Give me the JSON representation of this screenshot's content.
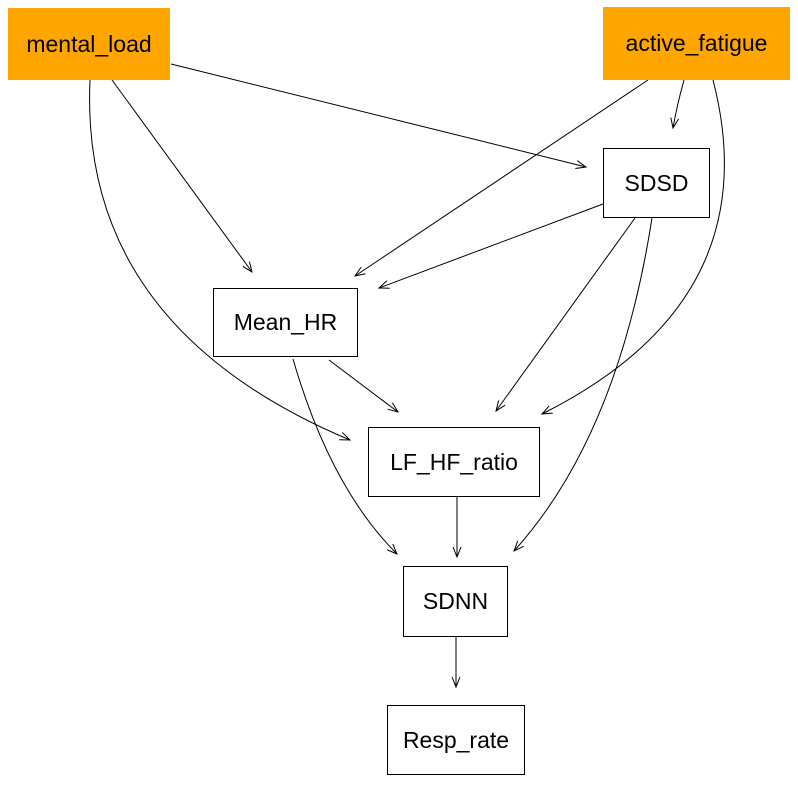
{
  "diagram": {
    "type": "dag",
    "nodes": [
      {
        "id": "mental_load",
        "label": "mental_load",
        "role": "exposure"
      },
      {
        "id": "active_fatigue",
        "label": "active_fatigue",
        "role": "exposure"
      },
      {
        "id": "SDSD",
        "label": "SDSD",
        "role": "variable"
      },
      {
        "id": "Mean_HR",
        "label": "Mean_HR",
        "role": "variable"
      },
      {
        "id": "LF_HF_ratio",
        "label": "LF_HF_ratio",
        "role": "variable"
      },
      {
        "id": "SDNN",
        "label": "SDNN",
        "role": "variable"
      },
      {
        "id": "Resp_rate",
        "label": "Resp_rate",
        "role": "variable"
      }
    ],
    "edges": [
      {
        "from": "mental_load",
        "to": "SDSD"
      },
      {
        "from": "mental_load",
        "to": "Mean_HR"
      },
      {
        "from": "mental_load",
        "to": "LF_HF_ratio"
      },
      {
        "from": "active_fatigue",
        "to": "SDSD"
      },
      {
        "from": "active_fatigue",
        "to": "Mean_HR"
      },
      {
        "from": "active_fatigue",
        "to": "LF_HF_ratio"
      },
      {
        "from": "SDSD",
        "to": "Mean_HR"
      },
      {
        "from": "SDSD",
        "to": "LF_HF_ratio"
      },
      {
        "from": "SDSD",
        "to": "SDNN"
      },
      {
        "from": "Mean_HR",
        "to": "LF_HF_ratio"
      },
      {
        "from": "Mean_HR",
        "to": "SDNN"
      },
      {
        "from": "LF_HF_ratio",
        "to": "SDNN"
      },
      {
        "from": "SDNN",
        "to": "Resp_rate"
      }
    ]
  },
  "colors": {
    "exposure_fill": "#FFA500",
    "variable_fill": "#FFFFFF",
    "node_border": "#000000",
    "edge": "#000000",
    "text": "#000000",
    "background": "#FFFFFF"
  }
}
